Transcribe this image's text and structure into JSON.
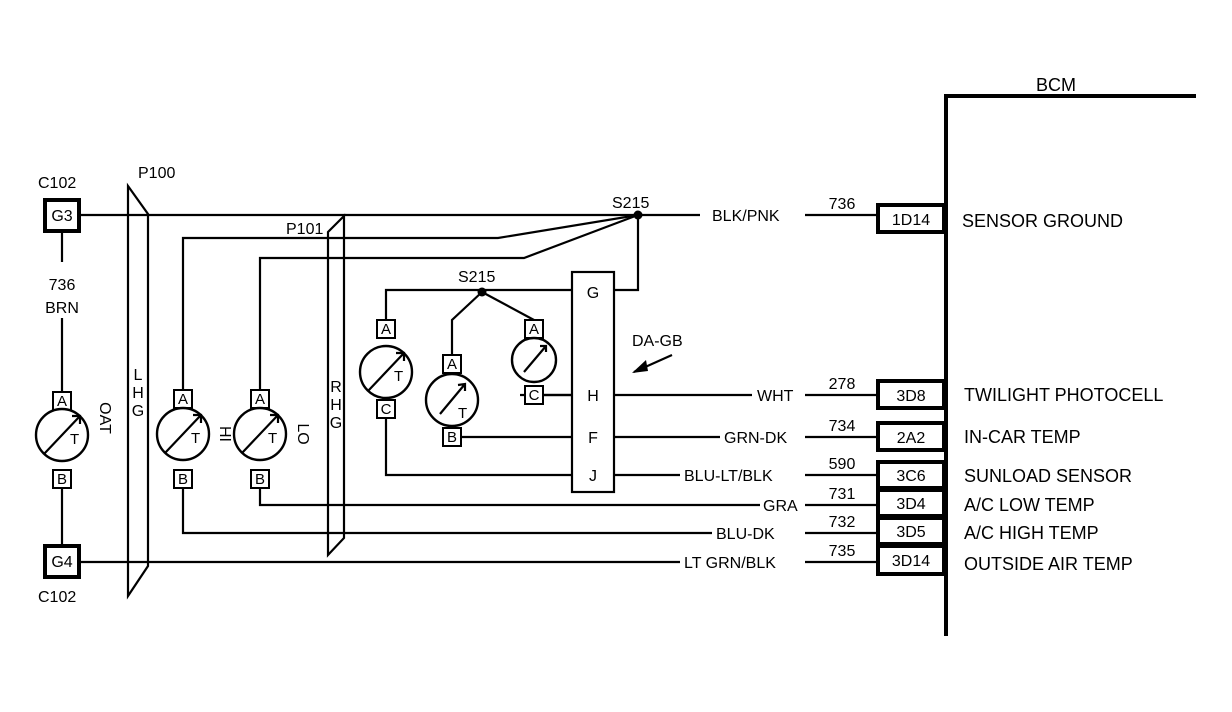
{
  "bcm": {
    "title": "BCM",
    "terminals": [
      {
        "id": "1D14",
        "desc": "SENSOR GROUND"
      },
      {
        "id": "3D8",
        "desc": "TWILIGHT PHOTOCELL"
      },
      {
        "id": "2A2",
        "desc": "IN-CAR TEMP"
      },
      {
        "id": "3C6",
        "desc": "SUNLOAD SENSOR"
      },
      {
        "id": "3D4",
        "desc": "A/C LOW TEMP"
      },
      {
        "id": "3D5",
        "desc": "A/C HIGH TEMP"
      },
      {
        "id": "3D14",
        "desc": "OUTSIDE AIR TEMP"
      }
    ]
  },
  "wires": [
    {
      "color": "BLK/PNK",
      "circuit": "736"
    },
    {
      "color": "WHT",
      "circuit": "278"
    },
    {
      "color": "GRN-DK",
      "circuit": "734"
    },
    {
      "color": "BLU-LT/BLK",
      "circuit": "590"
    },
    {
      "color": "GRA",
      "circuit": "731"
    },
    {
      "color": "BLU-DK",
      "circuit": "732"
    },
    {
      "color": "LT GRN/BLK",
      "circuit": "735"
    }
  ],
  "connectors": {
    "c102_top": "C102",
    "c102_bottom": "C102",
    "g3": "G3",
    "g4": "G4",
    "p100": "P100",
    "p101": "P101"
  },
  "splices": {
    "top": "S215",
    "mid": "S215"
  },
  "oat_wire": {
    "circuit": "736",
    "color": "BRN"
  },
  "grounds": {
    "left": "LHG",
    "right": "RHG"
  },
  "sensors": {
    "oat": "OAT",
    "hi": "HI",
    "lo": "LO"
  },
  "module": {
    "name": "DA-GB",
    "pins": [
      "G",
      "H",
      "F",
      "J"
    ]
  },
  "pins": {
    "a": "A",
    "b": "B",
    "c": "C",
    "t": "T"
  }
}
